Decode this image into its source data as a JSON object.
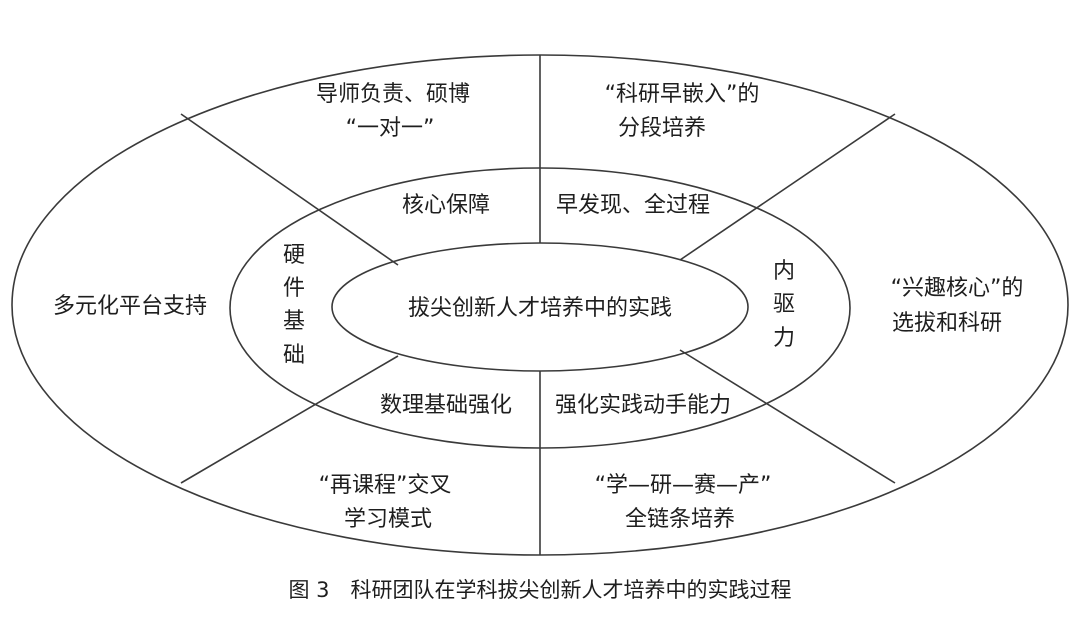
{
  "center": "拔尖创新人才培养中的实践",
  "middle_ring": {
    "top_left": "核心保障",
    "top_right": "早发现、全过程",
    "left": [
      "硬",
      "件",
      "基",
      "础"
    ],
    "right": [
      "内",
      "驱",
      "力"
    ],
    "bottom_left": "数理基础强化",
    "bottom_right": "强化实践动手能力"
  },
  "outer_ring": {
    "top_left": [
      "导师负责、硕博",
      "“一对一”"
    ],
    "top_right": [
      "“科研早嵌入”的",
      "分段培养"
    ],
    "left": "多元化平台支持",
    "right": [
      "“兴趣核心”的",
      "选拔和科研"
    ],
    "bottom_left": [
      "“再课程”交叉",
      "学习模式"
    ],
    "bottom_right": [
      "“学—研—赛—产”",
      "全链条培养"
    ]
  },
  "caption": "图 3　科研团队在学科拔尖创新人才培养中的实践过程"
}
